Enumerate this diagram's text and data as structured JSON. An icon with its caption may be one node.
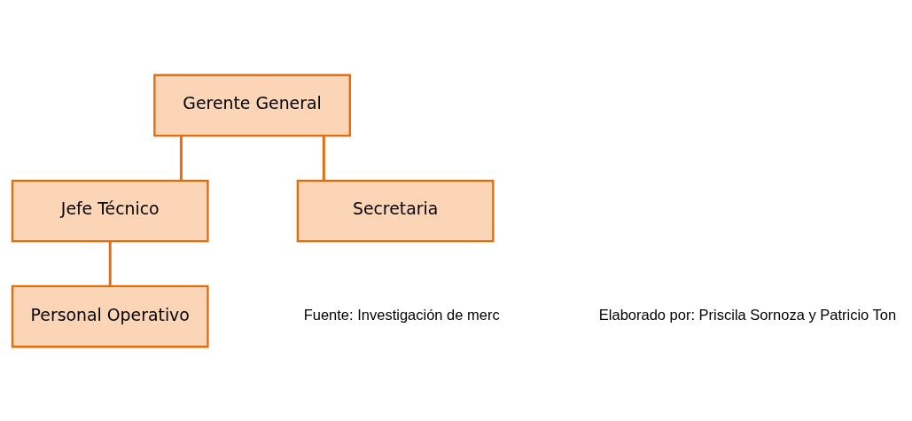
{
  "diagram": {
    "nodes": [
      {
        "text": [
          "Gerente General"
        ]
      },
      {
        "text": [
          "Jefe Técnico"
        ]
      },
      {
        "text": [
          "Secretaria"
        ]
      },
      {
        "text": [
          "Personal Operativo"
        ]
      }
    ],
    "edges": [
      {
        "from": 0,
        "to": 1,
        "arrow": "none"
      },
      {
        "from": 0,
        "to": 2,
        "arrow": "none"
      },
      {
        "from": 1,
        "to": 3,
        "arrow": "none"
      }
    ],
    "labels": [
      "Fuente: Investigación de merc",
      "Elaborado por: Priscila Sornoza y Patricio Ton"
    ]
  }
}
